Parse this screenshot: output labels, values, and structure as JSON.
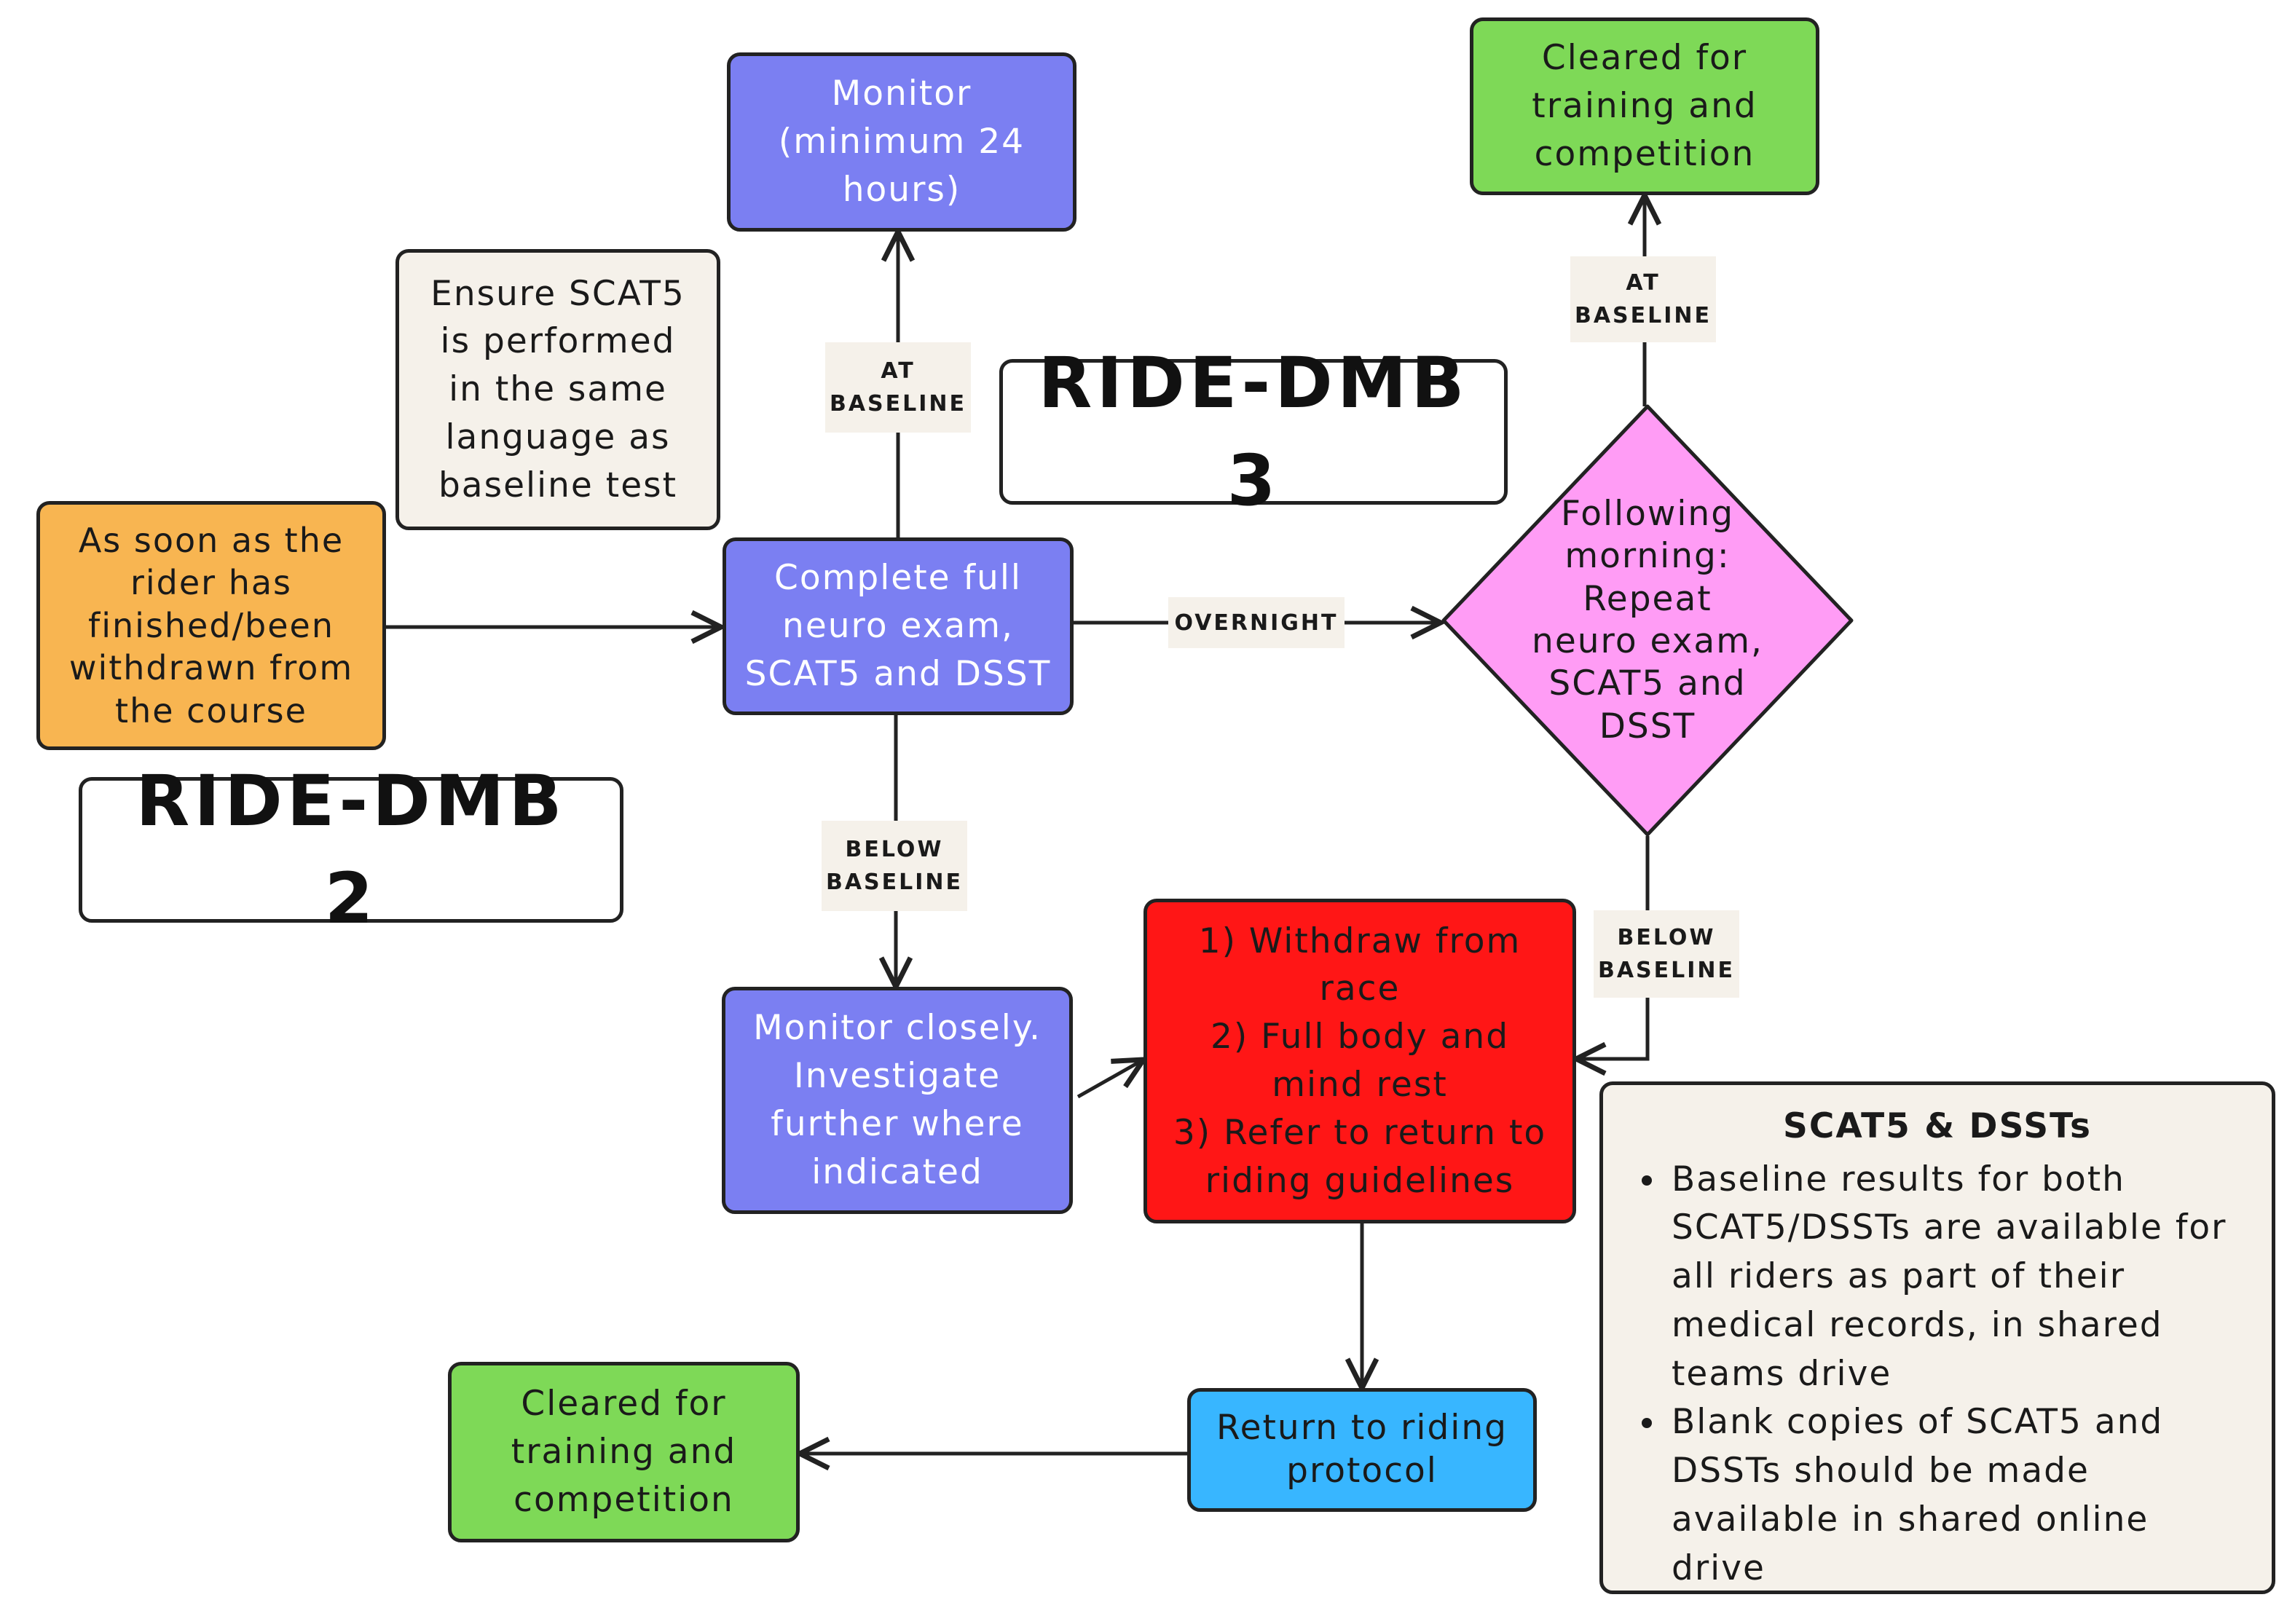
{
  "titles": {
    "dmb2": "RIDE-DMB 2",
    "dmb3": "RIDE-DMB 3"
  },
  "nodes": {
    "start": "As soon as the\nrider has\nfinished/been\nwithdrawn from\nthe course",
    "ensure": "Ensure SCAT5\nis performed\nin the same\nlanguage as\nbaseline test",
    "complete_exam": "Complete full\nneuro exam,\nSCAT5 and DSST",
    "monitor_24": "Monitor\n(minimum 24\nhours)",
    "monitor_closely": "Monitor closely.\nInvestigate\nfurther where\nindicated",
    "withdraw": "1) Withdraw from\nrace\n2) Full body and\nmind rest\n3) Refer to return to\nriding guidelines",
    "return_protocol": "Return to riding\nprotocol",
    "cleared_bottom": "Cleared for\ntraining and\ncompetition",
    "following_morning": "Following\nmorning:\nRepeat\nneuro exam,\nSCAT5 and\nDSST",
    "cleared_top": "Cleared for\ntraining and\ncompetition"
  },
  "edge_labels": {
    "at_baseline_left": "AT\nBASELINE",
    "below_baseline_left": "BELOW\nBASELINE",
    "overnight": "OVERNIGHT",
    "at_baseline_right": "AT\nBASELINE",
    "below_baseline_right": "BELOW\nBASELINE"
  },
  "info_panel": {
    "title": "SCAT5 & DSSTs",
    "bullets": [
      "Baseline results for both SCAT5/DSSTs are available for all riders as part of their medical records, in shared teams drive",
      "Blank copies of SCAT5 and DSSTs should be made available in shared online drive"
    ]
  },
  "colors": {
    "start": "#f8b551",
    "exam_boxes": "#7b7ff2",
    "note": "#f5f1ea",
    "cleared": "#7ed957",
    "withdraw": "#ff1616",
    "return_protocol": "#38b6ff",
    "decision": "#ff9cf5",
    "lines": "#222222"
  }
}
